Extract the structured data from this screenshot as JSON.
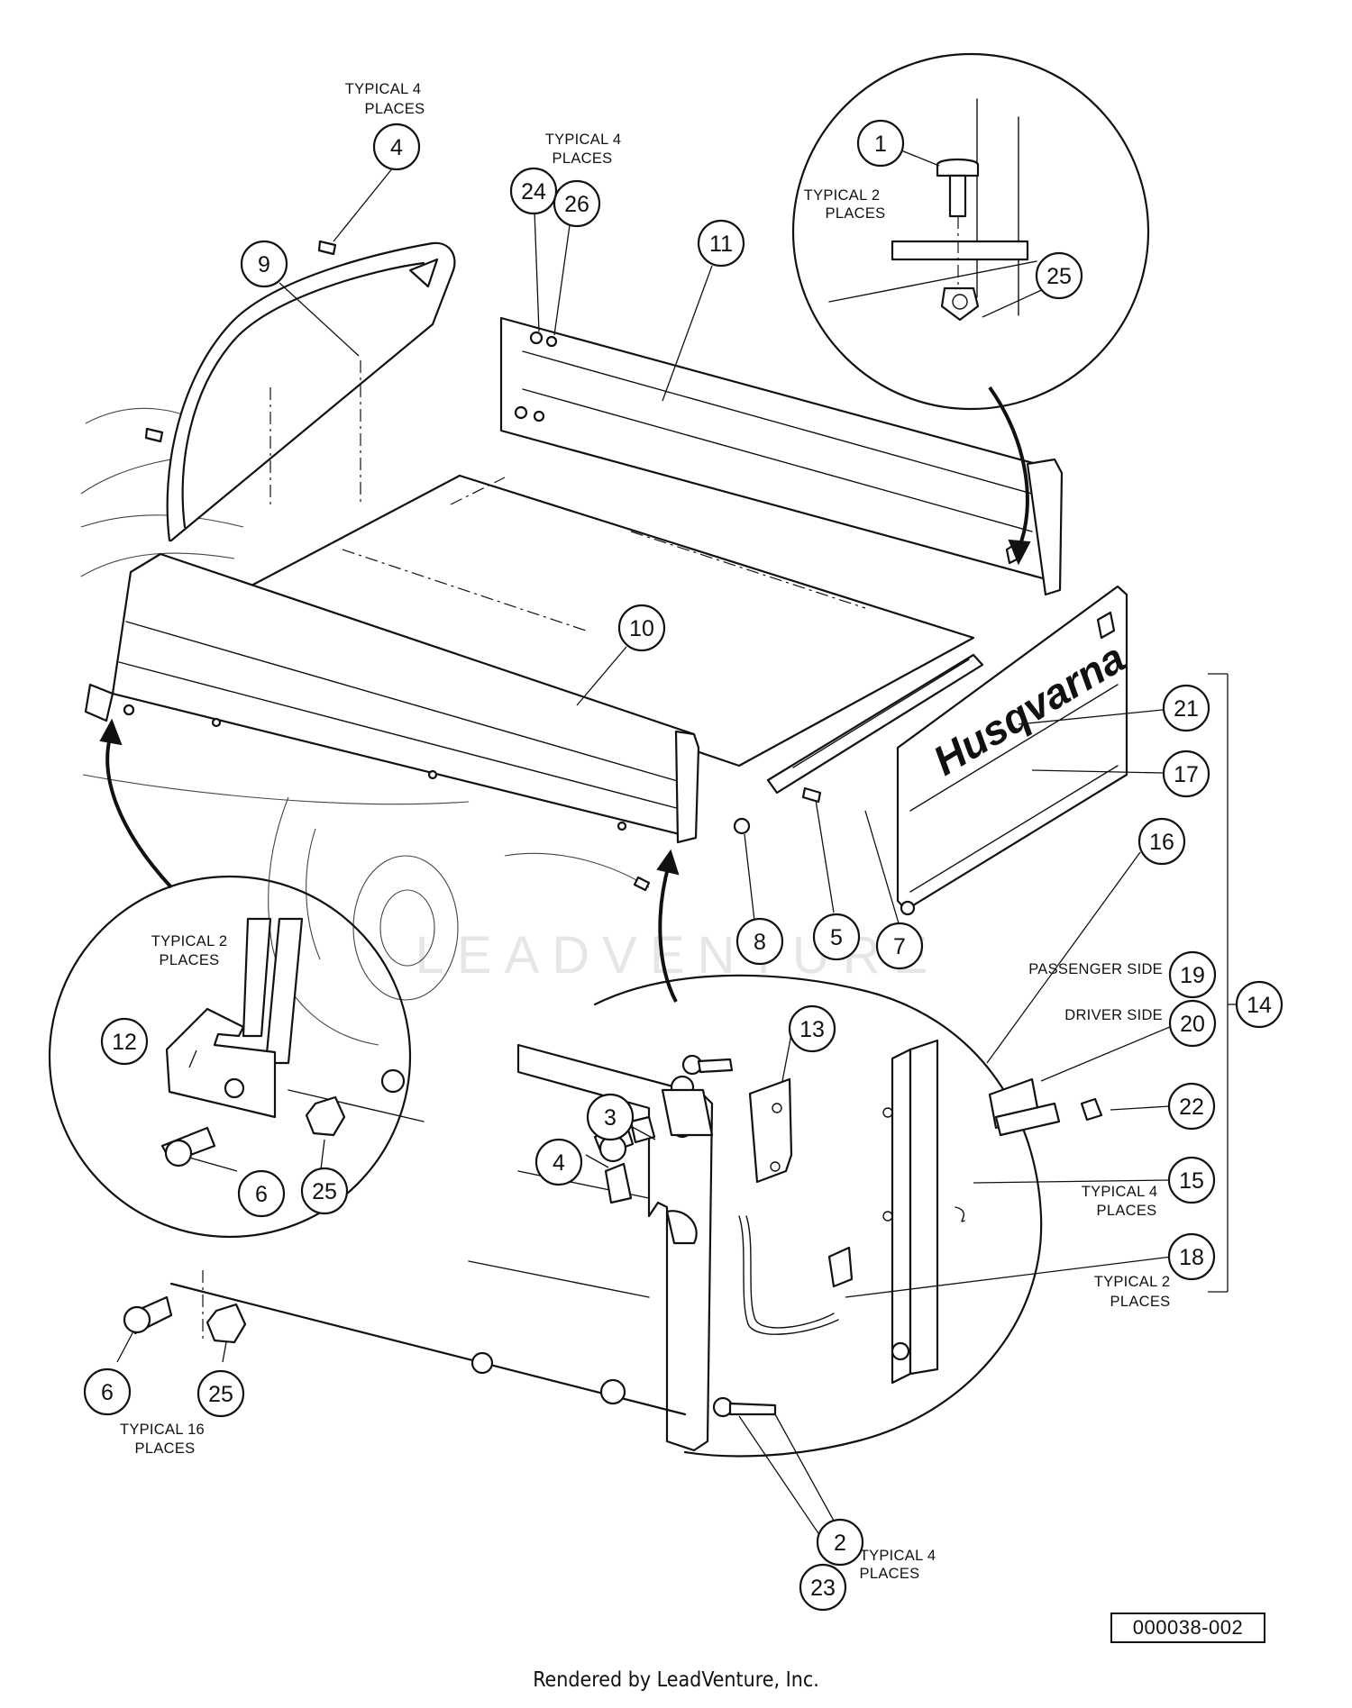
{
  "diagram": {
    "callouts": [
      {
        "id": "c4a",
        "label": "4"
      },
      {
        "id": "c9",
        "label": "9"
      },
      {
        "id": "c24",
        "label": "24"
      },
      {
        "id": "c26",
        "label": "26"
      },
      {
        "id": "c11",
        "label": "11"
      },
      {
        "id": "c1",
        "label": "1"
      },
      {
        "id": "c25a",
        "label": "25"
      },
      {
        "id": "c10",
        "label": "10"
      },
      {
        "id": "c21",
        "label": "21"
      },
      {
        "id": "c17",
        "label": "17"
      },
      {
        "id": "c16",
        "label": "16"
      },
      {
        "id": "c8",
        "label": "8"
      },
      {
        "id": "c5",
        "label": "5"
      },
      {
        "id": "c7",
        "label": "7"
      },
      {
        "id": "c19",
        "label": "19"
      },
      {
        "id": "c20",
        "label": "20"
      },
      {
        "id": "c14",
        "label": "14"
      },
      {
        "id": "c12",
        "label": "12"
      },
      {
        "id": "c13",
        "label": "13"
      },
      {
        "id": "c3",
        "label": "3"
      },
      {
        "id": "c22",
        "label": "22"
      },
      {
        "id": "c4b",
        "label": "4"
      },
      {
        "id": "c15",
        "label": "15"
      },
      {
        "id": "c6a",
        "label": "6"
      },
      {
        "id": "c25b",
        "label": "25"
      },
      {
        "id": "c18",
        "label": "18"
      },
      {
        "id": "c6b",
        "label": "6"
      },
      {
        "id": "c25c",
        "label": "25"
      },
      {
        "id": "c2",
        "label": "2"
      },
      {
        "id": "c23",
        "label": "23"
      }
    ],
    "notes": {
      "typical4_top_left": [
        "TYPICAL 4",
        "PLACES"
      ],
      "typical4_top_mid": [
        "TYPICAL 4",
        "PLACES"
      ],
      "typical2_detail_top": [
        "TYPICAL 2",
        "PLACES"
      ],
      "typical2_detail_left": [
        "TYPICAL 2",
        "PLACES"
      ],
      "passenger_side": "PASSENGER SIDE",
      "driver_side": "DRIVER SIDE",
      "typical4_right": [
        "TYPICAL 4",
        "PLACES"
      ],
      "typical2_right": [
        "TYPICAL 2",
        "PLACES"
      ],
      "typical16": [
        "TYPICAL 16",
        "PLACES"
      ],
      "typical4_bottom": [
        "TYPICAL 4",
        "PLACES"
      ]
    },
    "brand_logo_text": "Husqvarna",
    "watermark_text": "LEADVENTURE",
    "document_id": "000038-002"
  },
  "footer": {
    "text": "Rendered by LeadVenture, Inc."
  }
}
